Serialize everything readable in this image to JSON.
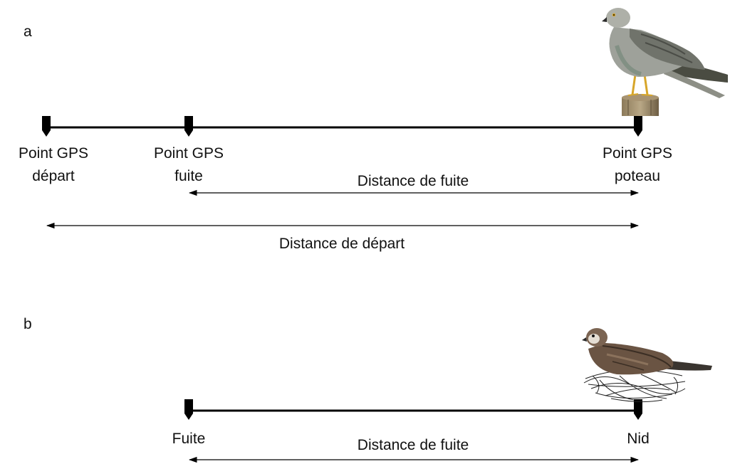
{
  "panel_a": {
    "letter": "a",
    "points": {
      "depart": {
        "line1": "Point GPS",
        "line2": "départ"
      },
      "fuite": {
        "line1": "Point GPS",
        "line2": "fuite"
      },
      "poteau": {
        "line1": "Point GPS",
        "line2": "poteau"
      }
    },
    "distance_fuite_label": "Distance de fuite",
    "distance_depart_label": "Distance de départ",
    "bird": "harrier-on-post"
  },
  "panel_b": {
    "letter": "b",
    "points": {
      "fuite": "Fuite",
      "nid": "Nid"
    },
    "distance_fuite_label": "Distance de fuite",
    "bird": "harrier-on-nest"
  },
  "colors": {
    "line": "#000000",
    "text": "#111111"
  }
}
